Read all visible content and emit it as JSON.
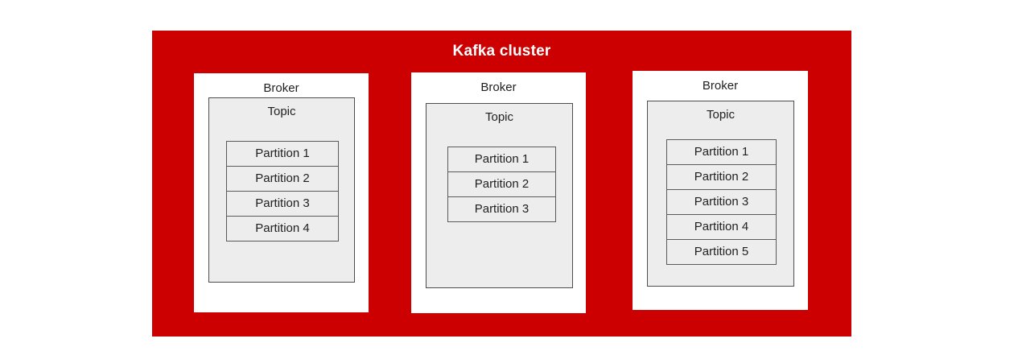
{
  "cluster": {
    "title": "Kafka cluster",
    "background_color": "#cc0000",
    "title_color": "#ffffff",
    "brokers": [
      {
        "label": "Broker",
        "topic": {
          "label": "Topic",
          "background_color": "#ededed",
          "partitions": [
            "Partition 1",
            "Partition 2",
            "Partition 3",
            "Partition 4"
          ]
        }
      },
      {
        "label": "Broker",
        "topic": {
          "label": "Topic",
          "background_color": "#ededed",
          "partitions": [
            "Partition 1",
            "Partition 2",
            "Partition 3"
          ]
        }
      },
      {
        "label": "Broker",
        "topic": {
          "label": "Topic",
          "background_color": "#ededed",
          "partitions": [
            "Partition 1",
            "Partition 2",
            "Partition 3",
            "Partition 4",
            "Partition 5"
          ]
        }
      }
    ]
  }
}
